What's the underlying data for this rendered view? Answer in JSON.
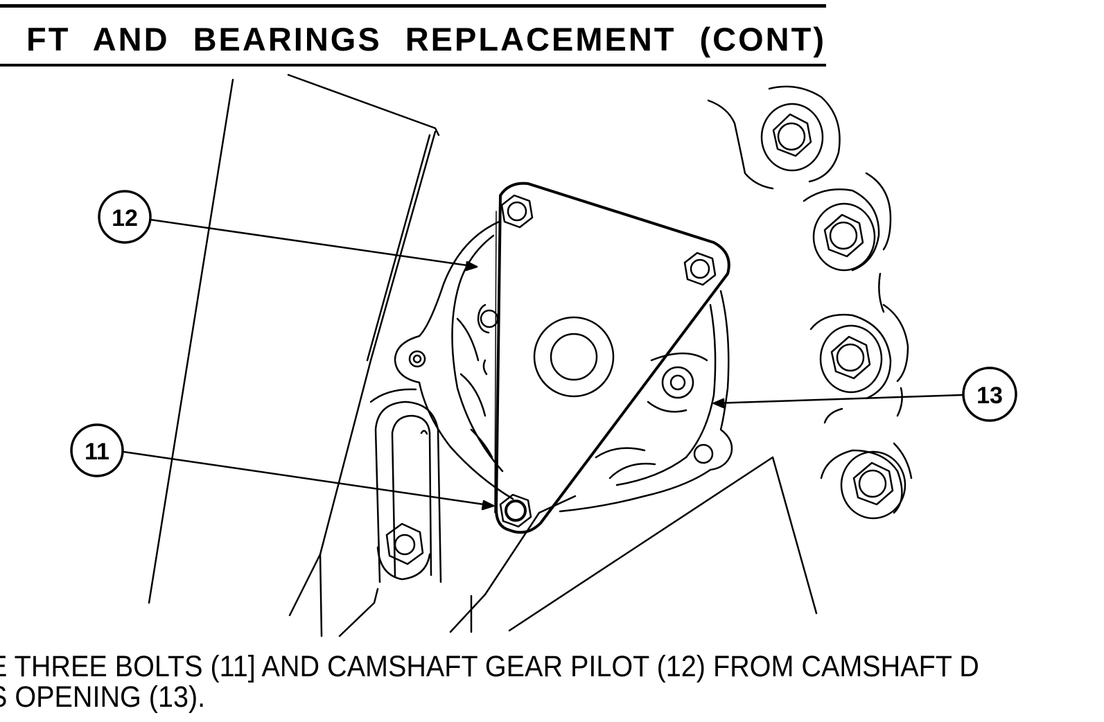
{
  "page": {
    "heading": "FT AND BEARINGS REPLACEMENT (CONT)"
  },
  "figure": {
    "callouts": [
      {
        "id": "callout-12",
        "label": "12"
      },
      {
        "id": "callout-11",
        "label": "11"
      },
      {
        "id": "callout-13",
        "label": "13"
      }
    ]
  },
  "instruction": {
    "line1": "E THREE BOLTS (11] AND CAMSHAFT GEAR PILOT (12) FROM CAMSHAFT D",
    "line2": "S OPENING (13)."
  }
}
